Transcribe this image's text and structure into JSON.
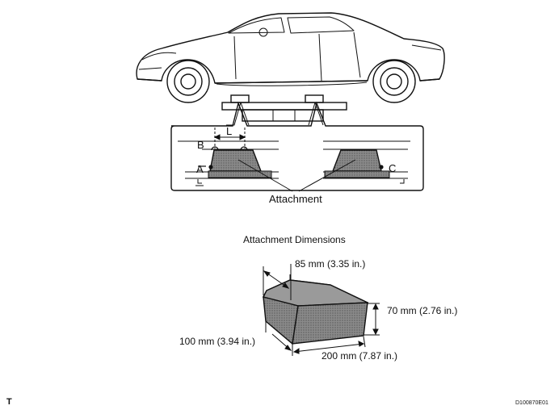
{
  "car_labels": {
    "point_a": "A",
    "point_b": "B",
    "point_c": "C",
    "dim_l": "L",
    "attachment": "Attachment"
  },
  "dimensions": {
    "title": "Attachment Dimensions",
    "length_top": "85 mm (3.35 in.)",
    "height": "70 mm (2.76 in.)",
    "depth": "100 mm (3.94 in.)",
    "width": "200 mm (7.87 in.)"
  },
  "corner_marks": {
    "left": "T",
    "right": "D100870E01"
  }
}
